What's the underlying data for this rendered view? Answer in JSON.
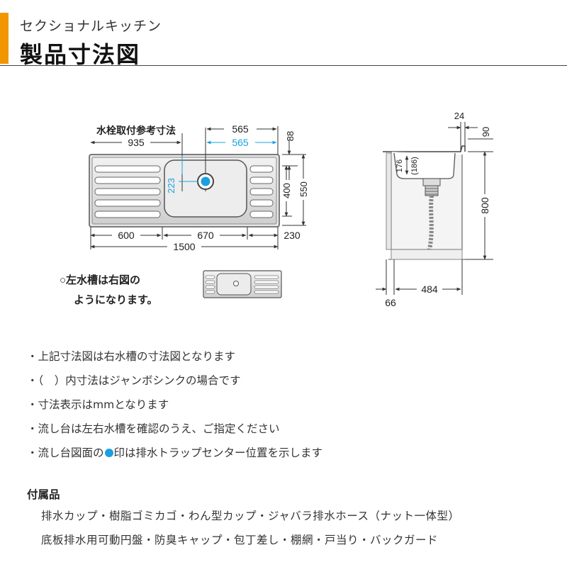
{
  "header": {
    "subtitle": "セクショナルキッチン",
    "title": "製品寸法図"
  },
  "diagram": {
    "faucet_label": "水栓取付参考寸法",
    "dims": {
      "d935": "935",
      "d565_top": "565",
      "d565_blue": "565",
      "d88": "88",
      "d223": "223",
      "d400": "400",
      "d550": "550",
      "d600": "600",
      "d670": "670",
      "d230": "230",
      "d1500": "1500",
      "d24": "24",
      "d90": "90",
      "d176": "176",
      "d186": "(186)",
      "d800": "800",
      "d484": "484",
      "d66": "66"
    },
    "left_sink_note": [
      "○左水槽は右図の",
      "ようになります。"
    ],
    "colors": {
      "blue": "#1aa0e0",
      "accent": "#f29600"
    }
  },
  "notes": [
    {
      "text": "・上記寸法図は右水槽の寸法図となります"
    },
    {
      "text": "・（　）内寸法はジャンボシンクの場合です"
    },
    {
      "text": "・寸法表示はmmとなります"
    },
    {
      "text": "・流し台は左右水槽を確認のうえ、ご指定ください"
    },
    {
      "pre": "・流し台図面の",
      "post": "印は排水トラップセンター位置を示します"
    }
  ],
  "accessories": {
    "heading": "付属品",
    "lines": [
      "排水カップ・樹脂ゴミカゴ・わん型カップ・ジャバラ排水ホース（ナット一体型）",
      "底板排水用可動円盤・防臭キャップ・包丁差し・棚網・戸当り・バックガード"
    ]
  }
}
